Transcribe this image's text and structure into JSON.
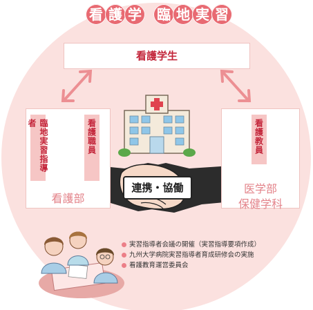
{
  "title": {
    "chars": [
      "看",
      "護",
      "学",
      "臨",
      "地",
      "実",
      "習"
    ]
  },
  "student_box": {
    "label": "看護学生"
  },
  "left_panel": {
    "bar_a": "臨地実習指導者",
    "bar_b": "看護職員",
    "dept": "看護部"
  },
  "right_panel": {
    "bar": "看護教員",
    "dept_line1": "医学部",
    "dept_line2": "保健学科"
  },
  "center": {
    "handshake_label": "連携・協働"
  },
  "notes": [
    "実習指導者会議の開催（実習指導要項作成）",
    "九州大学病院実習指導者育成研修会の実施",
    "看護教育運営委員会"
  ],
  "colors": {
    "accent": "#e86a72",
    "background_circle": "#fbe1df",
    "label_red": "#c3263b",
    "panel_bar": "#f6c6c5",
    "dept_text": "#e3838a"
  },
  "icons": [
    "hospital-icon",
    "handshake-icon",
    "meeting-illustration",
    "double-arrow-icon"
  ]
}
